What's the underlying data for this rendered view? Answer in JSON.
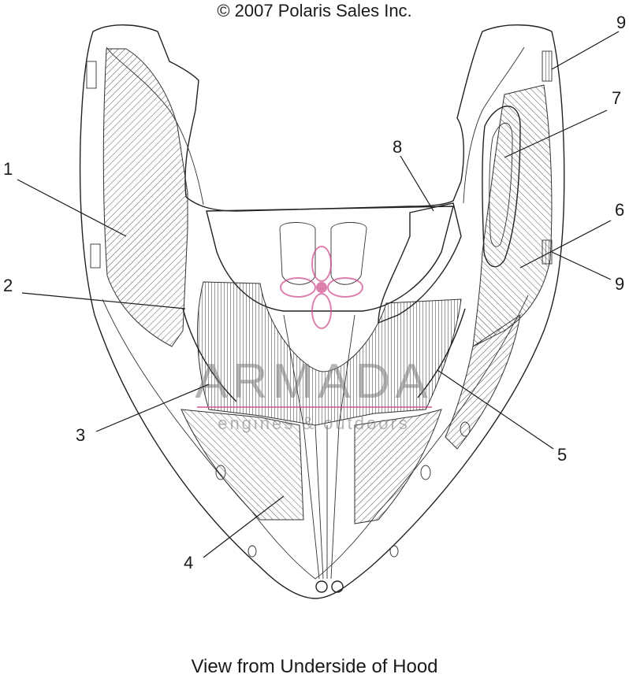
{
  "header": {
    "copyright": "© 2007 Polaris Sales Inc."
  },
  "caption": "View from Underside of Hood",
  "callouts": [
    "1",
    "2",
    "3",
    "4",
    "5",
    "6",
    "7",
    "8",
    "9",
    "9"
  ],
  "watermark": {
    "brand": "ARMADA",
    "tagline": "engines & outdoors"
  },
  "colors": {
    "line": "#1a1a1a",
    "watermark_pink": "#d04a8a",
    "watermark_gray": "#7a7a7a"
  }
}
